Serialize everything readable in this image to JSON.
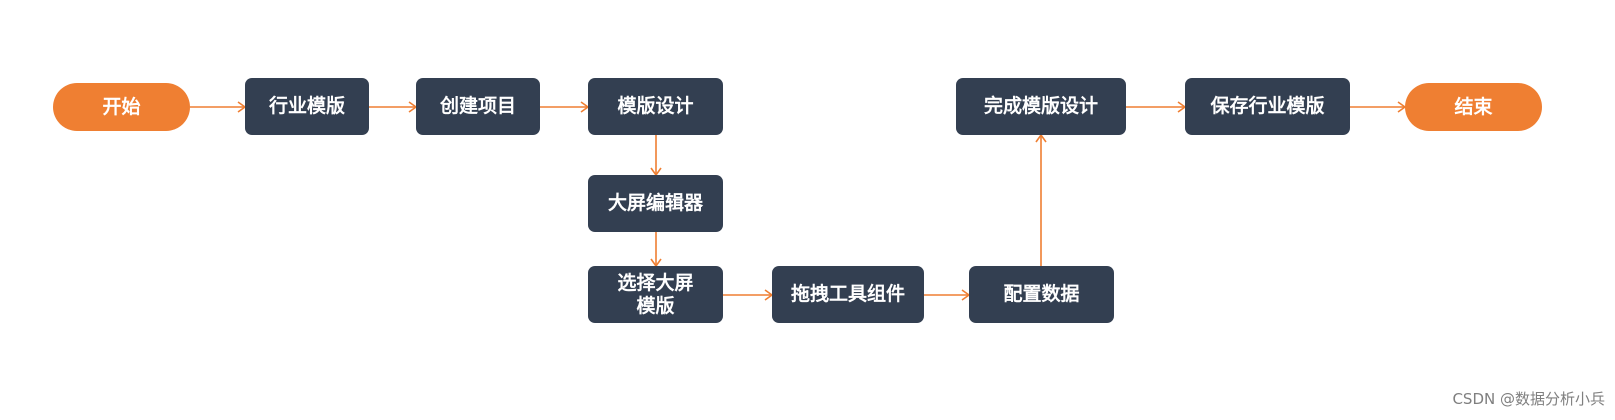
{
  "colors": {
    "terminal_fill": "#ef7f32",
    "process_fill": "#333f51",
    "connector": "#ef7f32",
    "node_text": "#ffffff",
    "watermark_text": "#7f7f7f"
  },
  "nodes": {
    "start": "开始",
    "industry_template": "行业模版",
    "create_project": "创建项目",
    "template_design": "模版设计",
    "screen_editor": "大屏编辑器",
    "select_screen_template": "选择大屏\n模版",
    "drag_tool_components": "拖拽工具组件",
    "configure_data": "配置数据",
    "finish_template_design": "完成模版设计",
    "save_industry_template": "保存行业模版",
    "end": "结束"
  },
  "edges": [
    {
      "from": "start",
      "to": "industry_template"
    },
    {
      "from": "industry_template",
      "to": "create_project"
    },
    {
      "from": "create_project",
      "to": "template_design"
    },
    {
      "from": "template_design",
      "to": "screen_editor"
    },
    {
      "from": "screen_editor",
      "to": "select_screen_template"
    },
    {
      "from": "select_screen_template",
      "to": "drag_tool_components"
    },
    {
      "from": "drag_tool_components",
      "to": "configure_data"
    },
    {
      "from": "configure_data",
      "to": "finish_template_design"
    },
    {
      "from": "finish_template_design",
      "to": "save_industry_template"
    },
    {
      "from": "save_industry_template",
      "to": "end"
    }
  ],
  "watermark": "CSDN @数据分析小兵"
}
